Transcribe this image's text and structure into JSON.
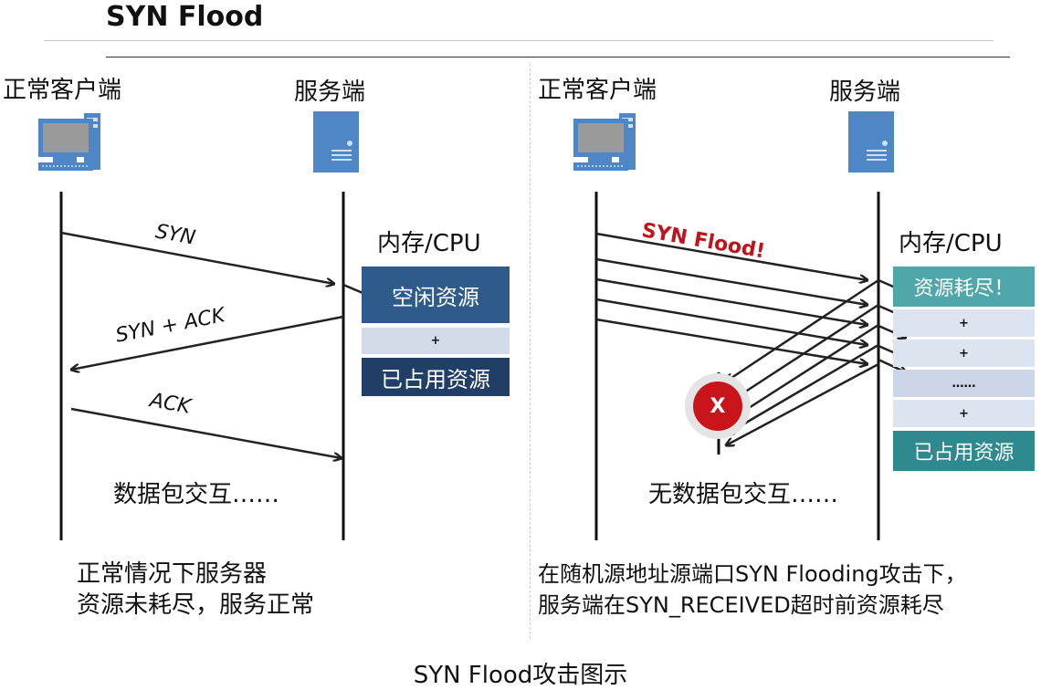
{
  "title": "SYN Flood",
  "caption": "SYN Flood攻击图示",
  "left": {
    "client_label": "正常客户端",
    "server_label": "服务端",
    "msg_syn": "SYN",
    "msg_synack": "SYN + ACK",
    "msg_ack": "ACK",
    "exchange_text": "数据包交互……",
    "resource_label": "内存/CPU",
    "res_free": "空闲资源",
    "res_plus": "+",
    "res_used": "已占用资源",
    "note_line1": "正常情况下服务器",
    "note_line2": "资源未耗尽，服务正常"
  },
  "right": {
    "client_label": "正常客户端",
    "server_label": "服务端",
    "attack_label": "SYN Flood!",
    "blocked_symbol": "X",
    "no_exchange_text": "无数据包交互……",
    "resource_label": "内存/CPU",
    "res_exhausted": "资源耗尽！",
    "res_plus1": "+",
    "res_plus2": "+",
    "res_dots": "……",
    "res_plus3": "+",
    "res_used": "已占用资源",
    "note_line1": "在随机源地址源端口SYN Flooding攻击下，",
    "note_line2": "服务端在SYN_RECEIVED超时前资源耗尽"
  },
  "colors": {
    "server_blue": "#4f86c6",
    "res_free": "#2e5a8c",
    "res_used_left": "#213e66",
    "res_plus": "#d3dae8",
    "res_exhausted": "#4fa7a9",
    "res_row_light": "#dde3ef",
    "res_used_right": "#2e8a8e",
    "attack_red": "#c0141a",
    "blocked_red": "#c8141a"
  }
}
